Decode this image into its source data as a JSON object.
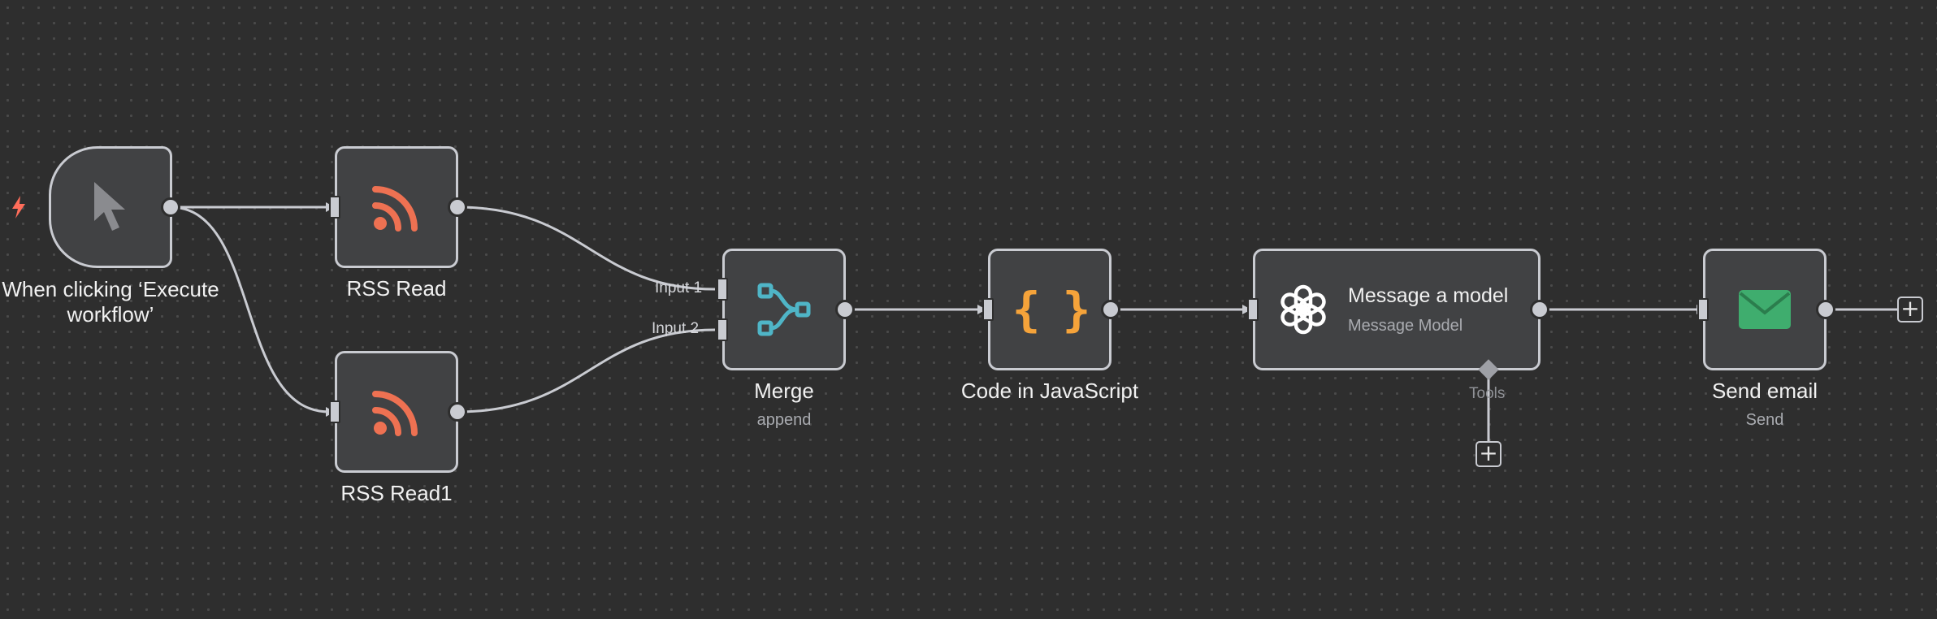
{
  "canvas": {
    "background": "#2e2e2e",
    "dot_color": "#4a4a4a",
    "connection_color": "#c9cbd1"
  },
  "nodes": {
    "manual_trigger": {
      "label": "When clicking ‘Execute workflow’",
      "icon": "cursor-icon",
      "icon_color": "#8a8b8f",
      "trigger_badge": "lightning-icon",
      "badge_color": "#ff6d5a"
    },
    "rss_read": {
      "label": "RSS Read",
      "icon": "rss-icon",
      "icon_color": "#ee7152"
    },
    "rss_read1": {
      "label": "RSS Read1",
      "icon": "rss-icon",
      "icon_color": "#ee7152"
    },
    "merge": {
      "label": "Merge",
      "sublabel": "append",
      "icon": "merge-icon",
      "icon_color": "#4fb5c7",
      "inputs": [
        "Input 1",
        "Input 2"
      ]
    },
    "code": {
      "label": "Code in JavaScript",
      "icon": "curly-braces-icon",
      "icon_color": "#f5a33a",
      "icon_text": "{ }"
    },
    "message_model": {
      "title": "Message a model",
      "subtitle": "Message Model",
      "icon": "openai-icon",
      "tools_label": "Tools"
    },
    "send_email": {
      "label": "Send email",
      "sublabel": "Send",
      "icon": "envelope-icon",
      "icon_color": "#3fad6e"
    }
  },
  "controls": {
    "add_symbol": "+"
  }
}
